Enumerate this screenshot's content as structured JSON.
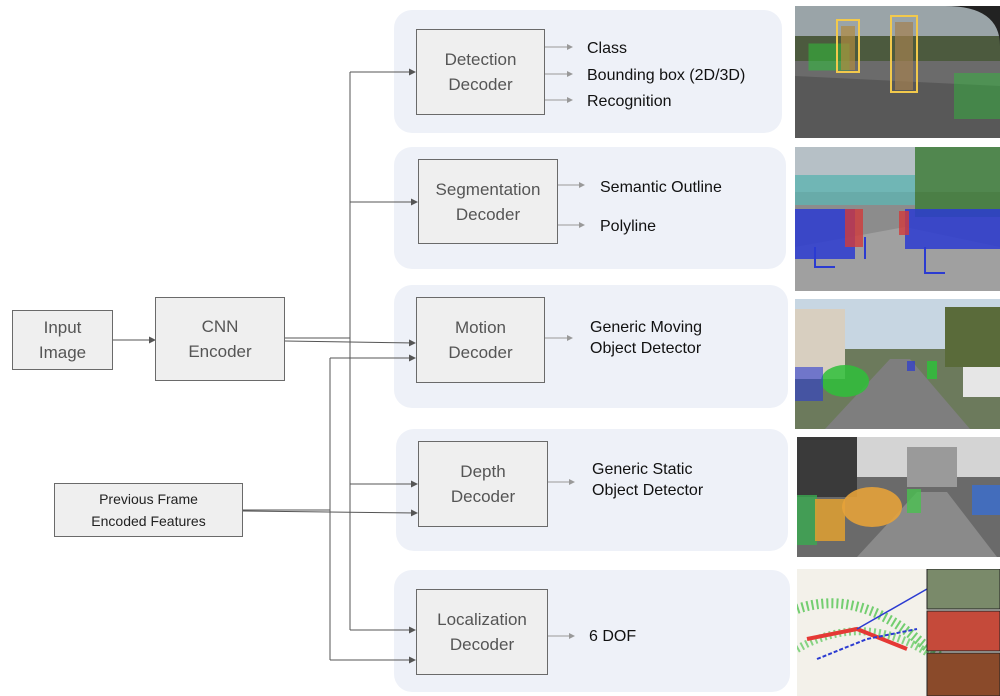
{
  "inputs": {
    "input_image": "Input\nImage",
    "cnn_encoder": "CNN\nEncoder",
    "previous_frame": "Previous  Frame\nEncoded Features"
  },
  "decoders": [
    {
      "name": "Detection\nDecoder",
      "outputs": [
        "Class",
        "Bounding box (2D/3D)",
        "Recognition"
      ]
    },
    {
      "name": "Segmentation\nDecoder",
      "outputs": [
        "Semantic Outline",
        "Polyline"
      ]
    },
    {
      "name": "Motion\nDecoder",
      "outputs": [
        "Generic Moving\nObject Detector"
      ]
    },
    {
      "name": "Depth\nDecoder",
      "outputs": [
        "Generic Static\nObject Detector"
      ]
    },
    {
      "name": "Localization\nDecoder",
      "outputs": [
        "6 DOF"
      ]
    }
  ],
  "colors": {
    "panel_bg": "#eef1f8",
    "box_bg": "#efefef",
    "line": "#555555",
    "detection_box": "#f2c94c",
    "segmentation_mask": "#2b3bd1",
    "motion_mask": "#2fbf3a",
    "localization_points": "#e53935"
  }
}
